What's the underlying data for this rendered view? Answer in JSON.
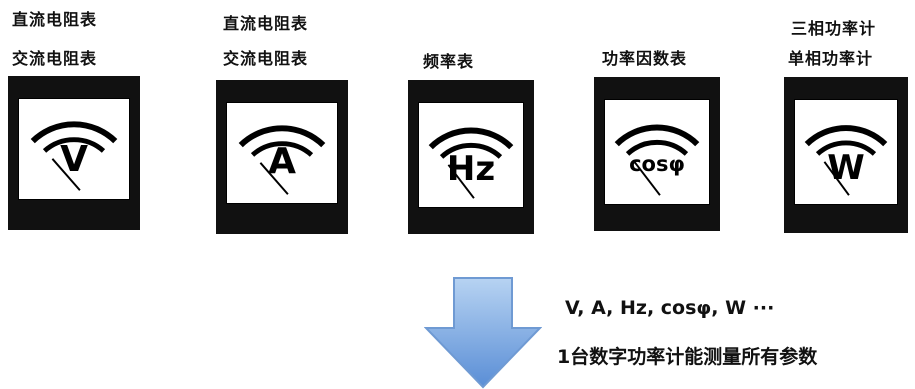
{
  "meters": [
    {
      "labels": [
        "直流电阻表",
        "交流电阻表"
      ],
      "symbol": "V"
    },
    {
      "labels": [
        "直流电阻表",
        "交流电阻表"
      ],
      "symbol": "A"
    },
    {
      "labels": [
        "频率表"
      ],
      "symbol": "Hz"
    },
    {
      "labels": [
        "功率因数表"
      ],
      "symbol": "cosφ"
    },
    {
      "labels": [
        "三相功率计",
        "单相功率计"
      ],
      "symbol": "W"
    }
  ],
  "caption": {
    "line1": "V, A, Hz, cosφ, W ···",
    "line2": "1台数字功率计能测量所有参数"
  },
  "colors": {
    "arrow_top": "#a9c9ef",
    "arrow_bottom": "#5b8fd6",
    "meter_body": "#111111"
  }
}
